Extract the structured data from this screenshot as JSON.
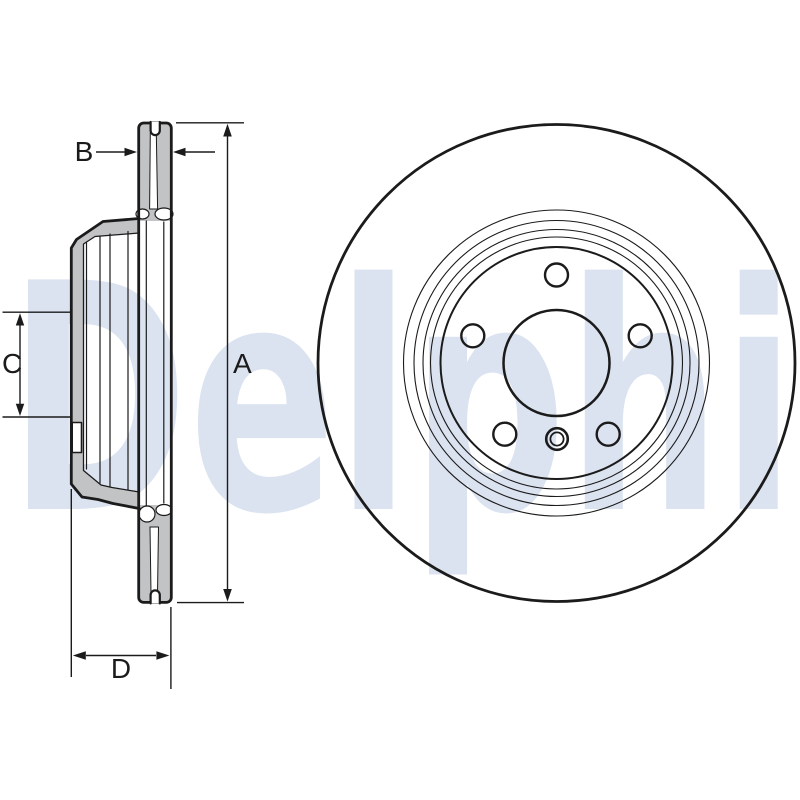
{
  "drawing": {
    "description_label": "brake-disc-technical-drawing",
    "watermark": {
      "text": "Delphi",
      "color": "#dce3f0"
    },
    "dimensions": {
      "a": "A",
      "b": "B",
      "c": "C",
      "d": "D"
    },
    "colors": {
      "background": "#ffffff",
      "line": "#1b1b1b",
      "section_fill": "#c2c3c5"
    }
  }
}
